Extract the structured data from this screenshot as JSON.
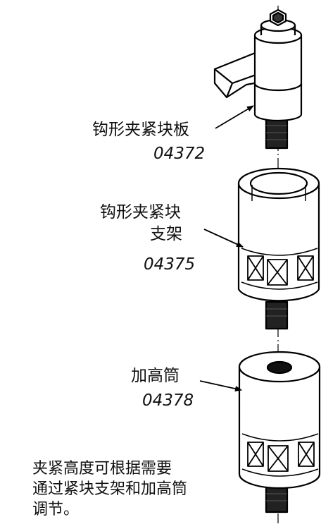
{
  "parts": [
    {
      "label": "钩形夹紧块板",
      "code": "04372"
    },
    {
      "label_lines": [
        "钩形夹紧块",
        "支架"
      ],
      "code": "04375"
    },
    {
      "label": "加高筒",
      "code": "04378"
    }
  ],
  "note_lines": [
    "夹紧高度可根据需要",
    "通过紧块支架和加高筒",
    "调节。"
  ]
}
